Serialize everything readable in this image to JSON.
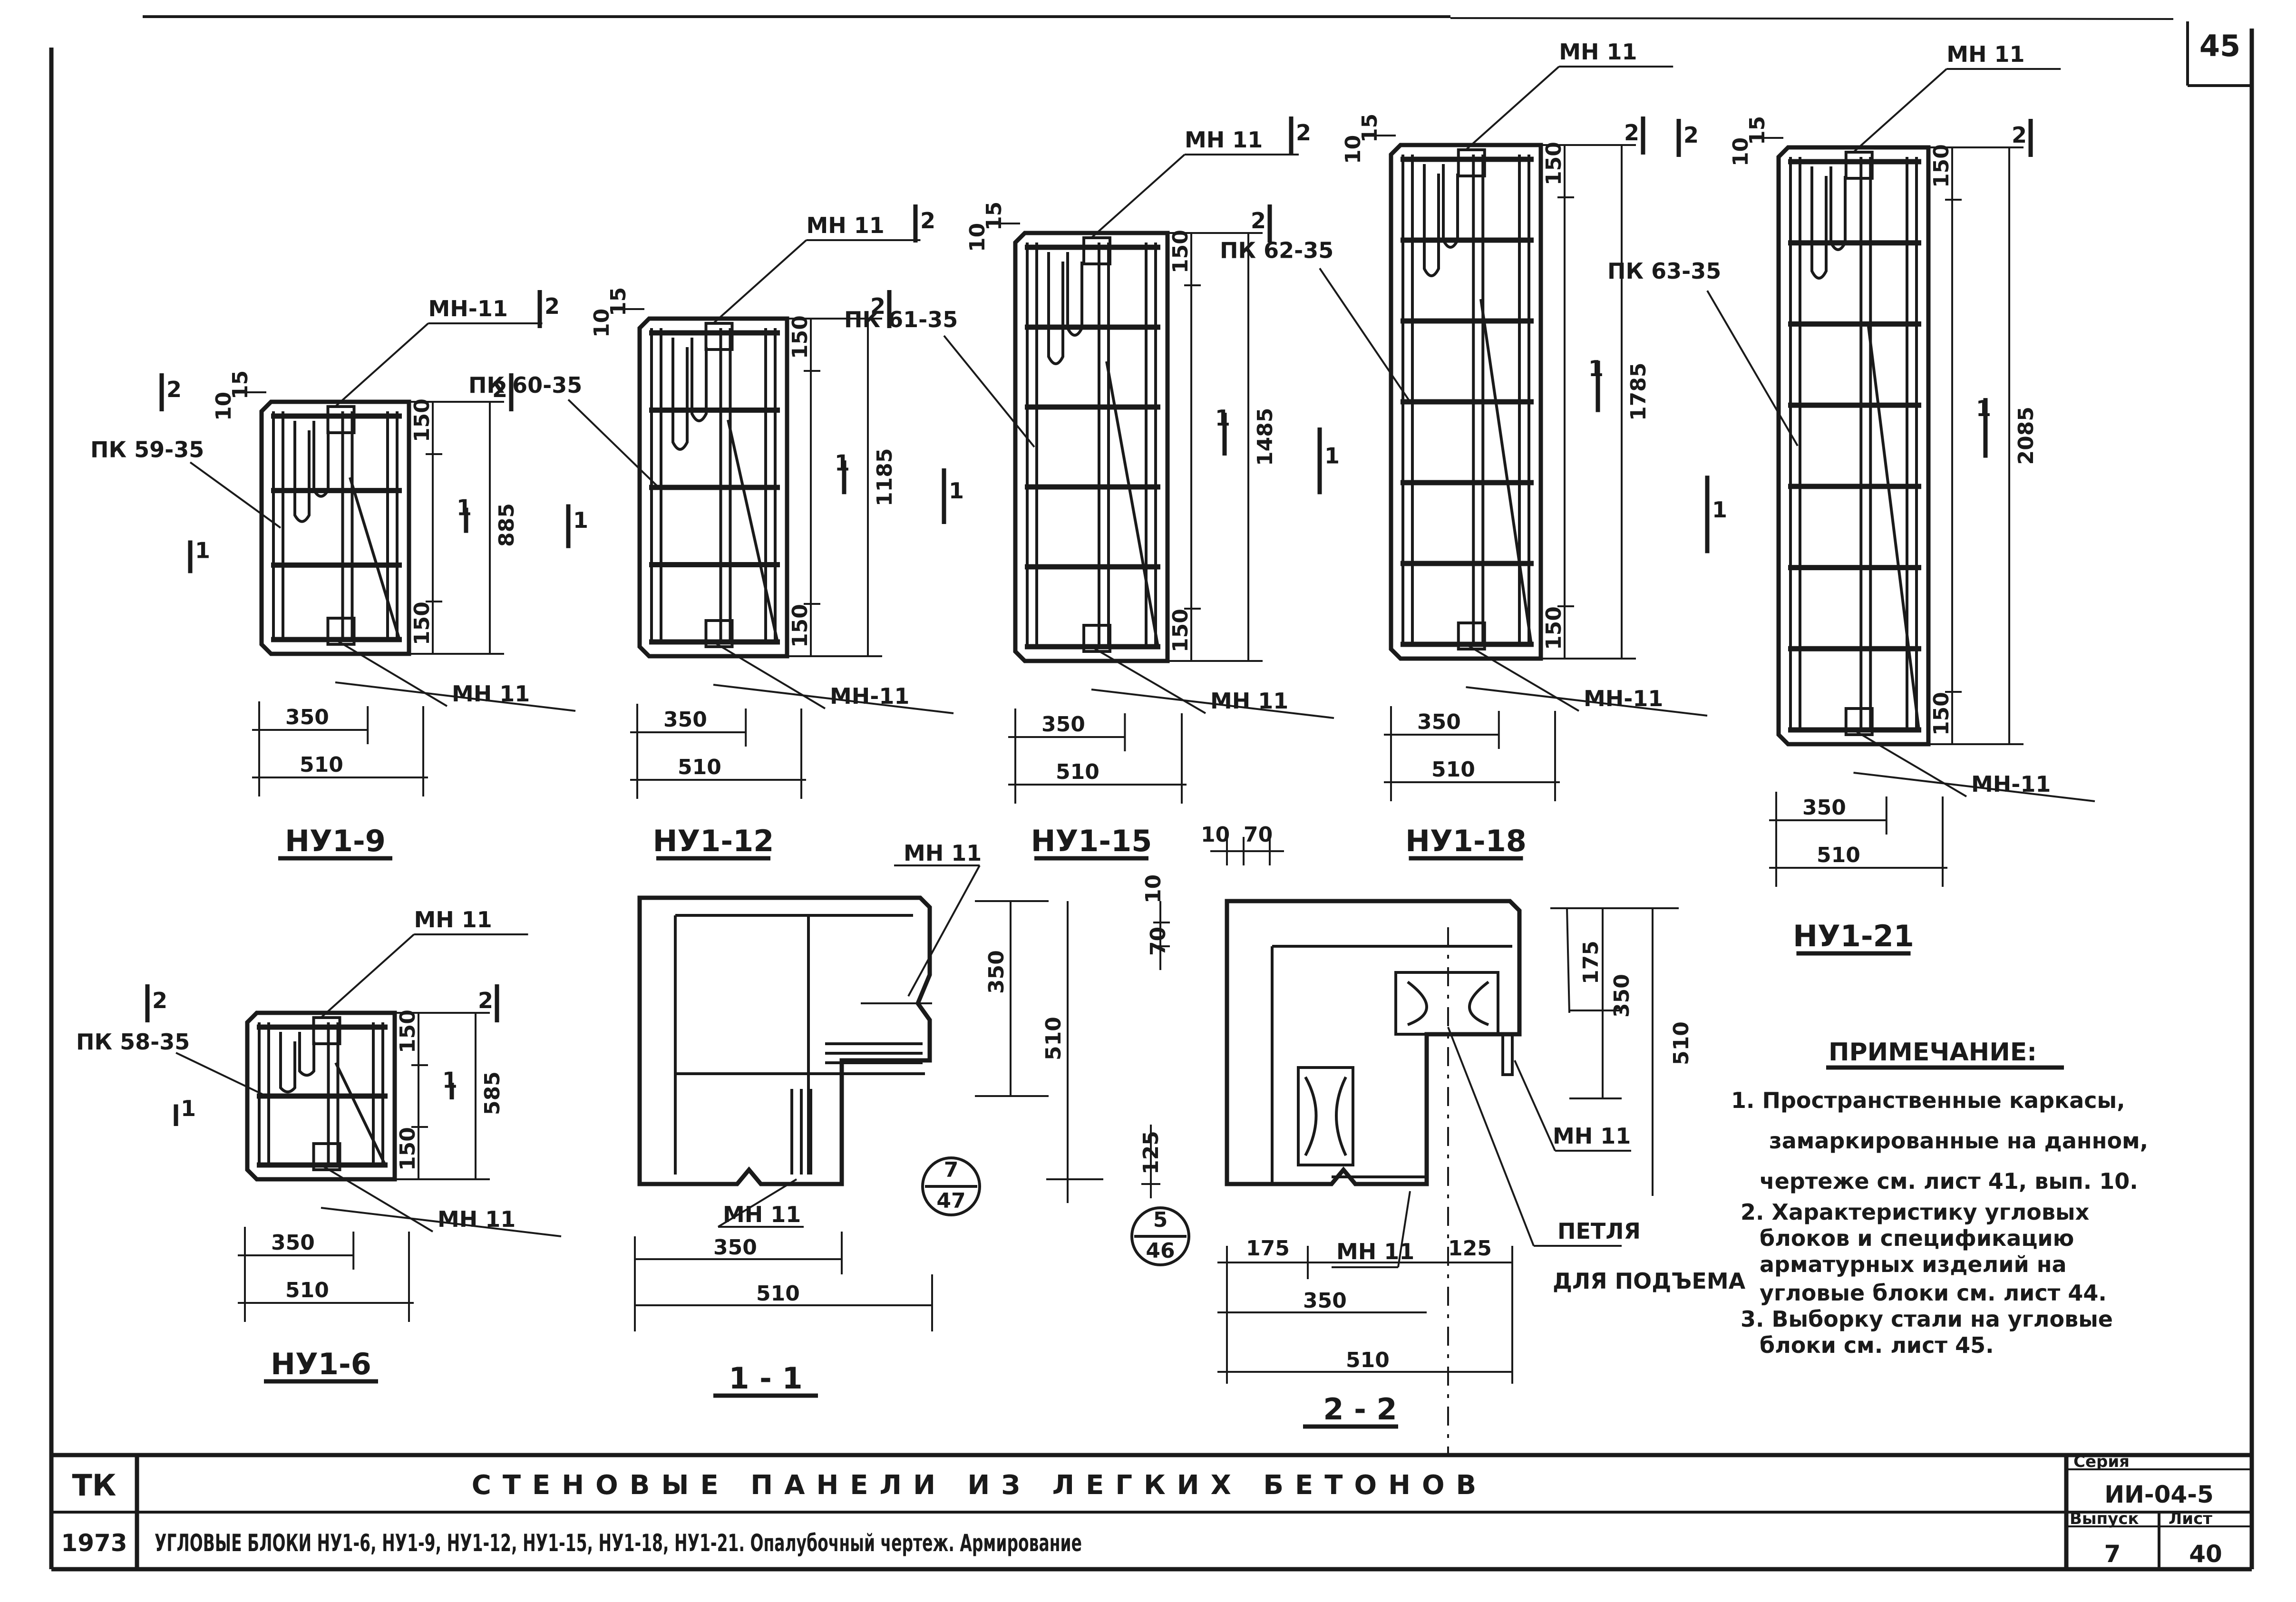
{
  "sheet_number": "45",
  "panels": [
    {
      "title": "НУ1-9",
      "label_pk": "ПК 59-35",
      "mh_top": "МН-11",
      "mh_bottom": "МН 11",
      "height": "885",
      "d150a": "150",
      "d150b": "150",
      "d10": "10",
      "d15": "15",
      "w350": "350",
      "w510": "510",
      "sec1": "1",
      "sec2": "2"
    },
    {
      "title": "НУ1-12",
      "label_pk": "ПК 60-35",
      "mh_top": "МН 11",
      "mh_bottom": "МН-11",
      "height": "1185",
      "d150a": "150",
      "d150b": "150",
      "d10": "10",
      "d15": "15",
      "w350": "350",
      "w510": "510",
      "sec1": "1",
      "sec2": "2"
    },
    {
      "title": "НУ1-15",
      "label_pk": "ПК 61-35",
      "mh_top": "МН 11",
      "mh_bottom": "МН 11",
      "height": "1485",
      "d150a": "150",
      "d150b": "150",
      "d10": "10",
      "d15": "15",
      "w350": "350",
      "w510": "510",
      "sec1": "1",
      "sec2": "2"
    },
    {
      "title": "НУ1-18",
      "label_pk": "ПК 62-35",
      "mh_top": "МН 11",
      "mh_bottom": "МН-11",
      "height": "1785",
      "d150a": "150",
      "d150b": "150",
      "d10": "10",
      "d15": "15",
      "w350": "350",
      "w510": "510",
      "sec1": "1",
      "sec2": "2"
    },
    {
      "title": "НУ1-21",
      "label_pk": "ПК 63-35",
      "mh_top": "МН 11",
      "mh_bottom": "МН-11",
      "height": "2085",
      "d150a": "150",
      "d150b": "150",
      "d10": "10",
      "d15": "15",
      "w350": "350",
      "w510": "510",
      "sec1": "1",
      "sec2": "2"
    },
    {
      "title": "НУ1-6",
      "label_pk": "ПК 58-35",
      "mh_top": "МН 11",
      "mh_bottom": "МН 11",
      "height": "585",
      "d150a": "150",
      "d150b": "150",
      "d10": "",
      "d15": "",
      "w350": "350",
      "w510": "510",
      "sec1": "1",
      "sec2": "2"
    }
  ],
  "section_1": {
    "title": "1 - 1",
    "mh_top": "МН 11",
    "mh_bottom": "МН 11",
    "d350": "350",
    "d510": "510",
    "h350": "350",
    "h510": "510",
    "ref_num": "7",
    "ref_den": "47"
  },
  "section_2": {
    "title": "2 - 2",
    "d10": "10",
    "d70": "70",
    "d10b": "10",
    "d70b": "70",
    "d175v": "175",
    "d350v": "350",
    "d510v": "510",
    "d125v": "125",
    "d175h": "175",
    "d125h": "125",
    "d350h": "350",
    "d510h": "510",
    "mh_right": "МН 11",
    "mh_bottom": "МН 11",
    "loop_1": "ПЕТЛЯ",
    "loop_2": "ДЛЯ ПОДЪЕМА",
    "ref_num": "5",
    "ref_den": "46"
  },
  "notes": {
    "heading": "ПРИМЕЧАНИЕ:",
    "lines": [
      "1. Пространственные каркасы,",
      "замаркированные на данном,",
      "чертеже см. лист 41, вып. 10.",
      "2. Характеристику угловых",
      "блоков и спецификацию",
      "арматурных изделий на",
      "угловые блоки см. лист 44.",
      "3. Выборку стали на угловые",
      "блоки см. лист 45."
    ]
  },
  "title_block": {
    "code": "ТК",
    "title": "СТЕНОВЫЕ ПАНЕЛИ ИЗ ЛЕГКИХ БЕТОНОВ",
    "year": "1973",
    "subtitle": "УГЛОВЫЕ БЛОКИ НУ1-6, НУ1-9, НУ1-12, НУ1-15, НУ1-18, НУ1-21. Опалубочный чертеж. Армирование",
    "series_label": "Серия",
    "series_value": "ИИ-04-5",
    "issue_label": "Выпуск",
    "issue_value": "7",
    "sheet_label": "Лист",
    "sheet_value": "40"
  }
}
